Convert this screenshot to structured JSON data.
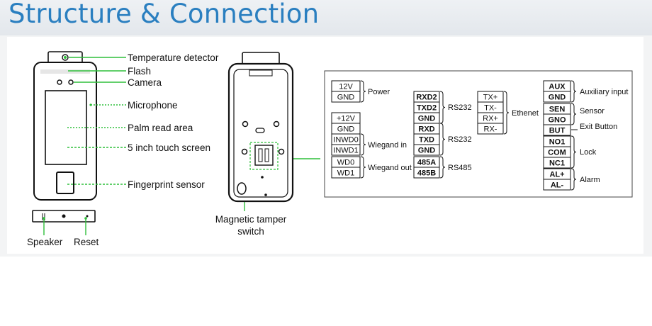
{
  "title": "Structure & Connection",
  "device_labels": {
    "temperature_detector": "Temperature detector",
    "flash": "Flash",
    "camera": "Camera",
    "microphone": "Microphone",
    "palm_read_area": "Palm read area",
    "touch_screen": "5 inch touch screen",
    "fingerprint_sensor": "Fingerprint sensor",
    "speaker": "Speaker",
    "reset": "Reset",
    "magnetic_tamper_line1": "Magnetic tamper",
    "magnetic_tamper_line2": "switch"
  },
  "wiring": {
    "col1": {
      "pins": [
        "12V",
        "GND",
        "+12V",
        "GND",
        "INWD0",
        "INWD1",
        "WD0",
        "WD1"
      ],
      "groups": [
        "Power",
        "Wiegand in",
        "Wiegand out"
      ]
    },
    "col2": {
      "pins": [
        "RXD2",
        "TXD2",
        "GND",
        "RXD",
        "TXD",
        "GND",
        "485A",
        "485B"
      ],
      "groups": [
        "RS232",
        "RS232",
        "RS485"
      ]
    },
    "col3": {
      "pins": [
        "TX+",
        "TX-",
        "RX+",
        "RX-"
      ],
      "groups": [
        "Ethenet"
      ]
    },
    "col4": {
      "pins": [
        "AUX",
        "GND",
        "SEN",
        "GNO",
        "BUT",
        "NO1",
        "COM",
        "NC1",
        "AL+",
        "AL-"
      ],
      "groups": [
        "Auxiliary input",
        "Sensor",
        "Exit Button",
        "Lock",
        "Alarm"
      ]
    }
  },
  "colors": {
    "title": "#2a7fc0",
    "leader_line": "#2fbf3a",
    "header_bg": "#e8ecf0"
  }
}
